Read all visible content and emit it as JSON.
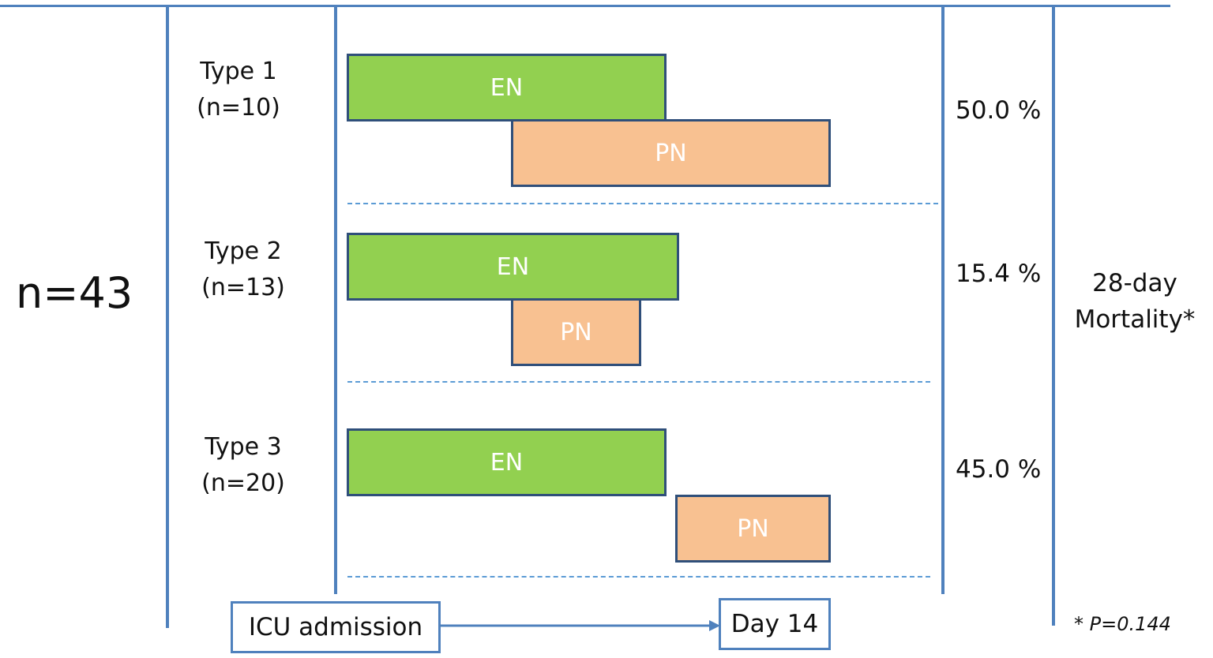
{
  "total": "n=43",
  "groups": [
    {
      "type": "Type 1",
      "n": "(n=10)",
      "en": "EN",
      "pn": "PN",
      "mortality": "50.0 %"
    },
    {
      "type": "Type 2",
      "n": "(n=13)",
      "en": "EN",
      "pn": "PN",
      "mortality": "15.4 %"
    },
    {
      "type": "Type 3",
      "n": "(n=20)",
      "en": "EN",
      "pn": "PN",
      "mortality": "45.0 %"
    }
  ],
  "mortality_label": {
    "line1": "28-day",
    "line2": "Mortality*"
  },
  "timeline": {
    "start": "ICU admission",
    "end": "Day 14"
  },
  "footnote": "* P=0.144",
  "colors": {
    "en": "#92d050",
    "pn": "#f8c191",
    "lines": "#4f81bd"
  }
}
